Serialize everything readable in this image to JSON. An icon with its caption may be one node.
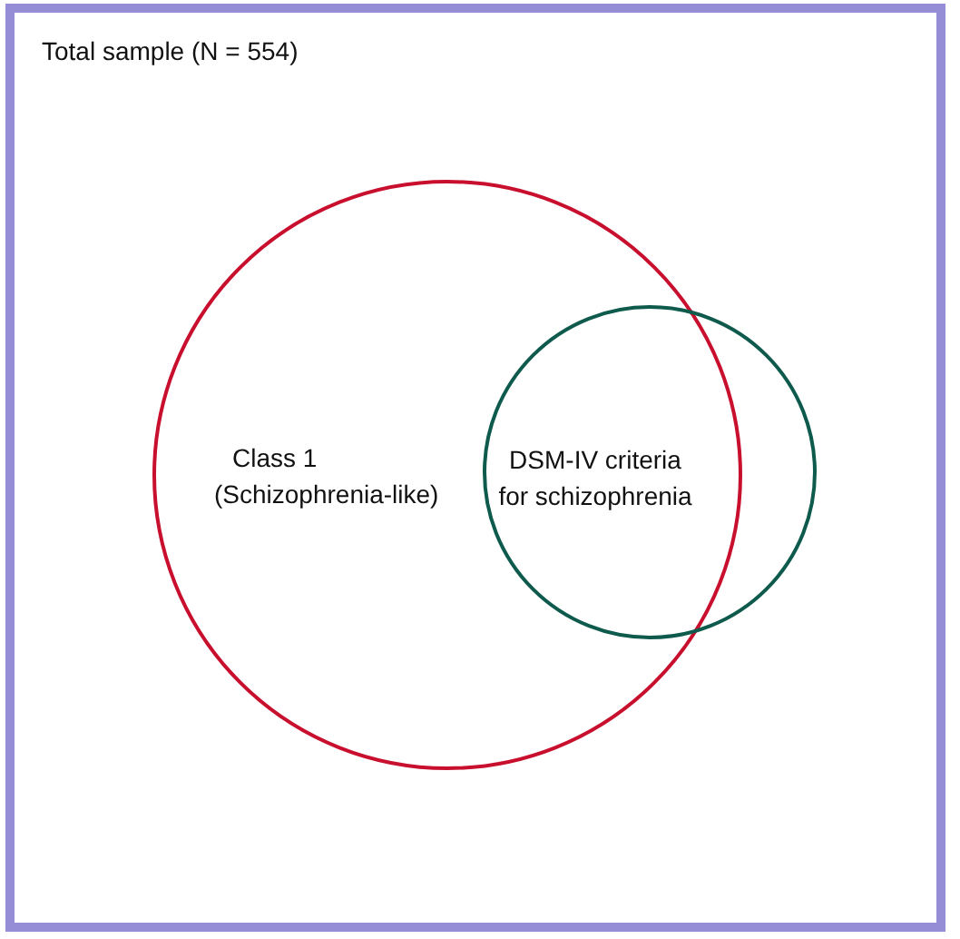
{
  "diagram": {
    "nodes": [
      {
        "text": [
          "Total sample (N = 554)"
        ]
      },
      {
        "text": [
          "Class 1 (Schizophrenia-like)"
        ],
        "in": 0
      },
      {
        "text": [
          "DSM-IV criteria for schizophrenia"
        ],
        "in": 0
      }
    ]
  }
}
